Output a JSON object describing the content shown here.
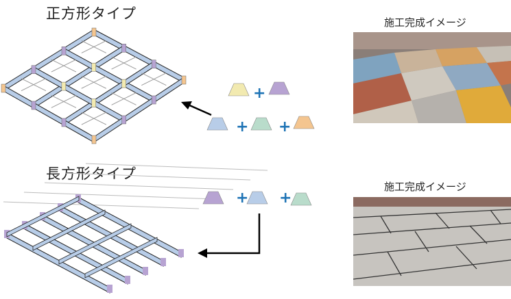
{
  "square_type": {
    "title": "正方形タイプ",
    "photo_caption": "施工完成イメージ"
  },
  "rect_type": {
    "title": "長方形タイプ",
    "photo_caption": "施工完成イメージ"
  },
  "colors": {
    "panel": "#b8cde8",
    "corner": "#f4c58f",
    "cross": "#f2eab0",
    "tee": "#b7a3d2",
    "clip": "#b9dccb",
    "plus": "#1d73b5"
  }
}
